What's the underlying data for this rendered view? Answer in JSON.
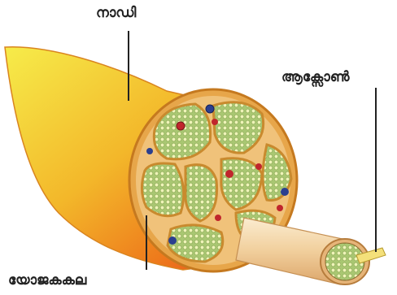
{
  "labels": {
    "nerve": "നാഡി",
    "axon": "ആക്സോൺ",
    "connective_tissue": "യോജകകല"
  },
  "colors": {
    "nerve_gradient_start": "#f3e23b",
    "nerve_gradient_mid": "#f08a1c",
    "nerve_gradient_end": "#e3381f",
    "sheath": "#d88b2a",
    "fascicle": "#b8d08a",
    "fiber": "#e8f0b0",
    "vessel_red": "#c0262c",
    "vessel_blue": "#2b3f8f",
    "axon_tube": "#f3d9b0",
    "leader_line": "#222222"
  },
  "icons": [
    "nerve-bundle",
    "blood-vessel",
    "axon-strand"
  ]
}
